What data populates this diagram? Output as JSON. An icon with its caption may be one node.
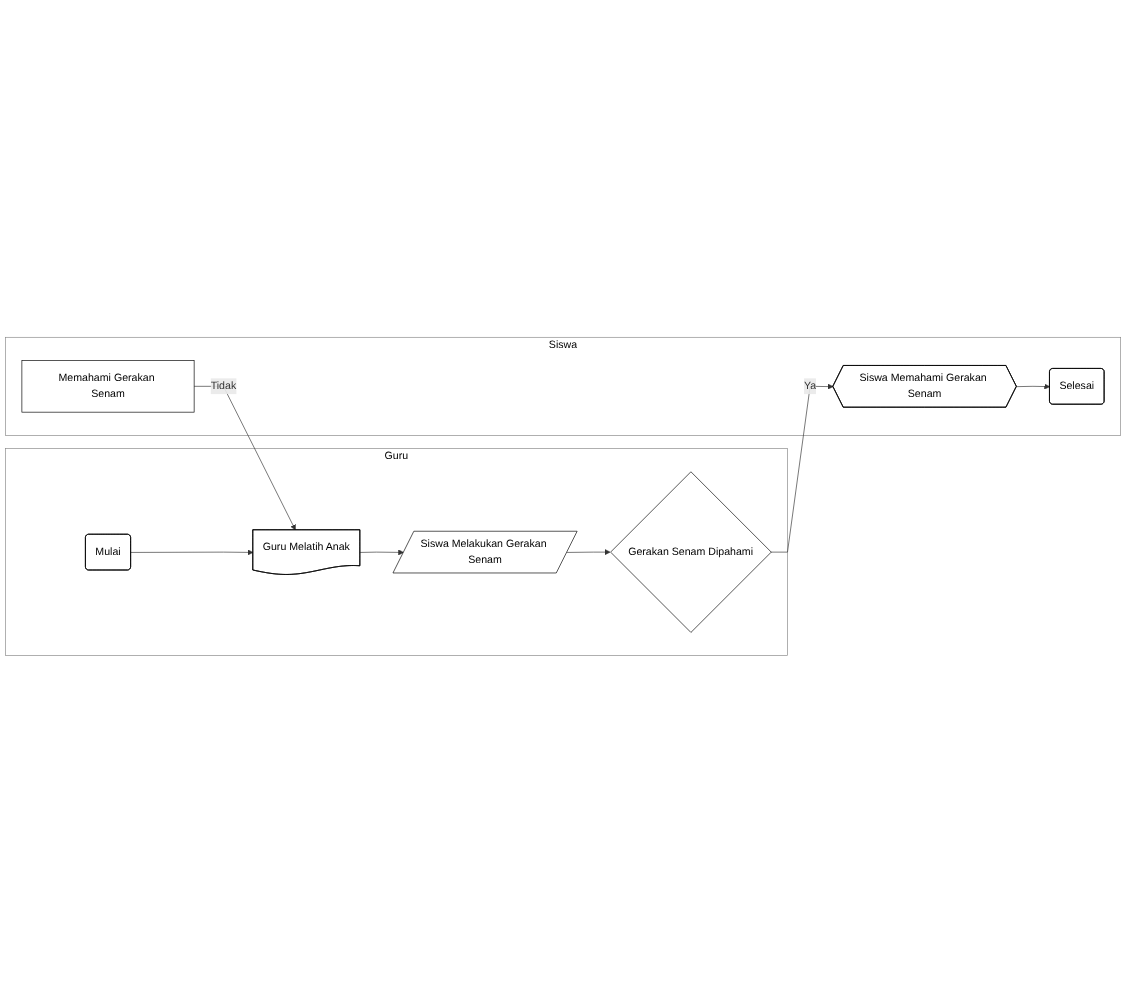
{
  "diagram": {
    "nodes": [
      {
        "text": [
          "Guru"
        ]
      },
      {
        "text": [
          "Siswa"
        ]
      },
      {
        "text": [
          "Mulai"
        ],
        "in": 0
      },
      {
        "text": [
          "Guru Melatih Anak"
        ],
        "in": 0
      },
      {
        "text": [
          "Siswa Melakukan Gerakan Senam"
        ],
        "in": 0
      },
      {
        "text": [
          "Gerakan Senam Dipahami"
        ],
        "in": 0
      },
      {
        "text": [
          "Memahami Gerakan Senam"
        ],
        "in": 1
      },
      {
        "text": [
          "Siswa Memahami Gerakan Senam"
        ],
        "in": 1
      },
      {
        "text": [
          "Selesai"
        ],
        "in": 1
      }
    ],
    "edges": [
      {
        "from": 2,
        "to": 3,
        "arrow": "to"
      },
      {
        "from": 3,
        "to": 4,
        "arrow": "to"
      },
      {
        "from": 4,
        "to": 5,
        "arrow": "to"
      },
      {
        "from": 5,
        "to": 7,
        "label": "Ya",
        "arrow": "to"
      },
      {
        "from": 7,
        "to": 8,
        "arrow": "to"
      },
      {
        "from": 6,
        "to": 3,
        "label": "Tidak",
        "arrow": "to"
      }
    ]
  }
}
